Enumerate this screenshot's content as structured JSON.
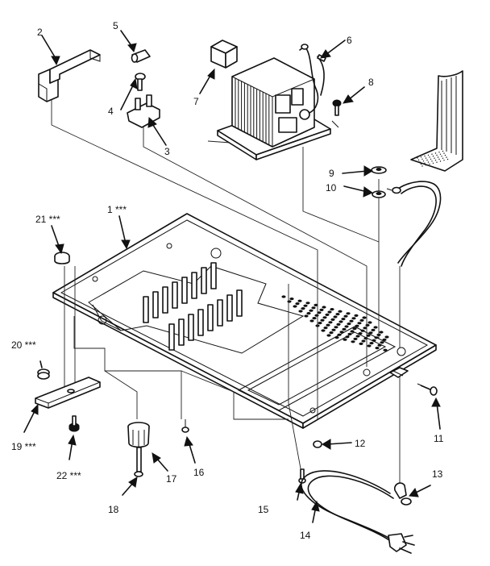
{
  "callouts": [
    {
      "id": "c1",
      "text": "1 ***"
    },
    {
      "id": "c2",
      "text": "2"
    },
    {
      "id": "c3",
      "text": "3"
    },
    {
      "id": "c4",
      "text": "4"
    },
    {
      "id": "c5",
      "text": "5"
    },
    {
      "id": "c6",
      "text": "6"
    },
    {
      "id": "c7",
      "text": "7"
    },
    {
      "id": "c8",
      "text": "8"
    },
    {
      "id": "c9",
      "text": "9"
    },
    {
      "id": "c10",
      "text": "10"
    },
    {
      "id": "c11",
      "text": "11"
    },
    {
      "id": "c12",
      "text": "12"
    },
    {
      "id": "c13",
      "text": "13"
    },
    {
      "id": "c14",
      "text": "14"
    },
    {
      "id": "c15",
      "text": "15"
    },
    {
      "id": "c16",
      "text": "16"
    },
    {
      "id": "c17",
      "text": "17"
    },
    {
      "id": "c18",
      "text": "18"
    },
    {
      "id": "c19",
      "text": "19 ***"
    },
    {
      "id": "c20",
      "text": "20 ***"
    },
    {
      "id": "c21",
      "text": "21 ***"
    },
    {
      "id": "c22",
      "text": "22 ***"
    }
  ]
}
